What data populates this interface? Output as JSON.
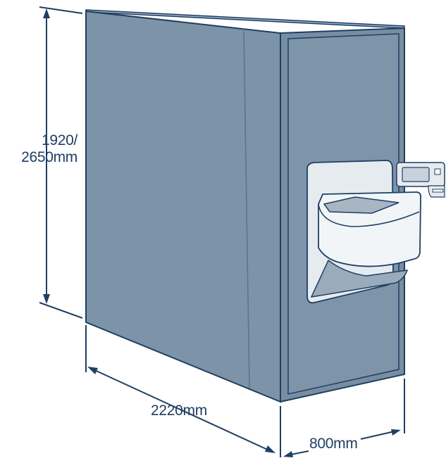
{
  "dimensions": {
    "height_line1": "1920/",
    "height_line2": "2650mm",
    "depth": "2220mm",
    "width": "800mm"
  },
  "colors": {
    "cabinet_side": "#7d93a8",
    "cabinet_front": "#7a90a5",
    "cabinet_top": "#8fa3b6",
    "outline": "#1f3f63",
    "dimension_line": "#1f3f63",
    "module_fill": "#e6ebf0"
  }
}
